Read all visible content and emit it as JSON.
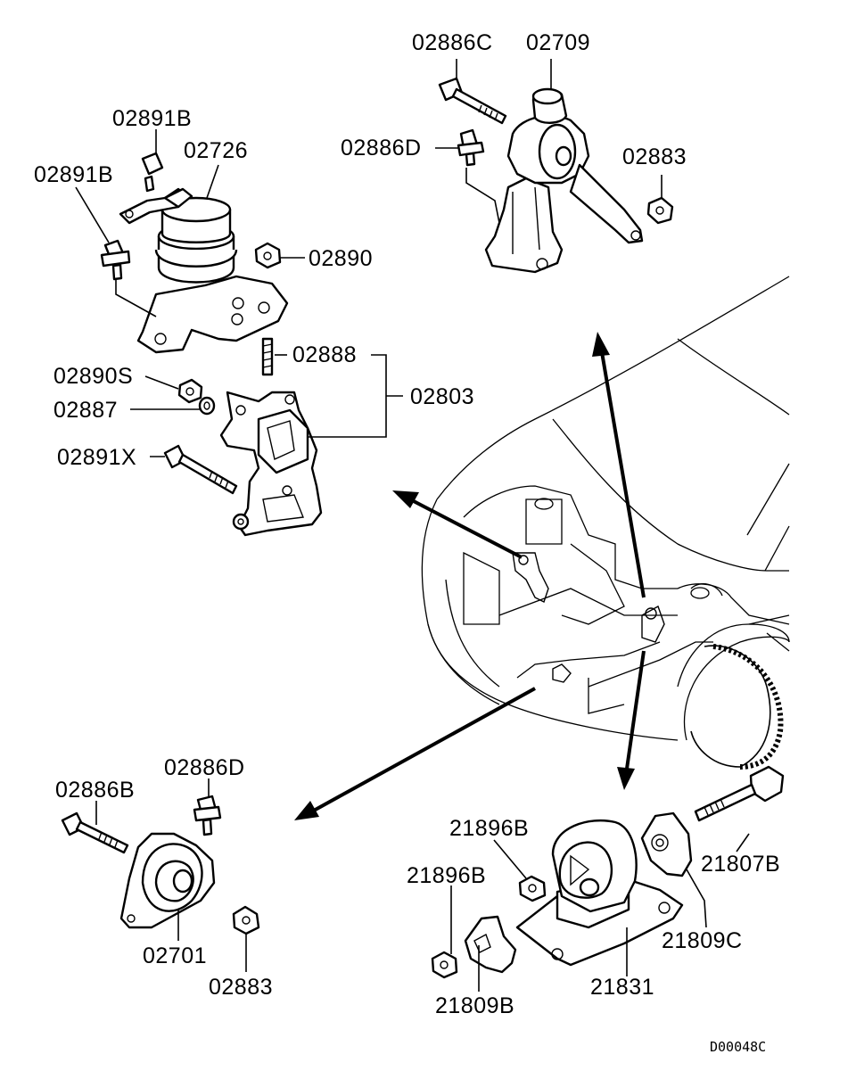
{
  "diagram": {
    "labels": {
      "l_02886C": "02886C",
      "l_02709": "02709",
      "l_02886D_top": "02886D",
      "l_02883_top": "02883",
      "l_02891B_a": "02891B",
      "l_02726": "02726",
      "l_02891B_b": "02891B",
      "l_02890": "02890",
      "l_02888": "02888",
      "l_02890S": "02890S",
      "l_02803": "02803",
      "l_02887": "02887",
      "l_02891X": "02891X",
      "l_02886D_bot": "02886D",
      "l_02886B": "02886B",
      "l_02701": "02701",
      "l_02883_bot": "02883",
      "l_21896B_a": "21896B",
      "l_21896B_b": "21896B",
      "l_21807B": "21807B",
      "l_21809C": "21809C",
      "l_21831": "21831",
      "l_21809B": "21809B"
    },
    "figure_code": "D00048C"
  }
}
